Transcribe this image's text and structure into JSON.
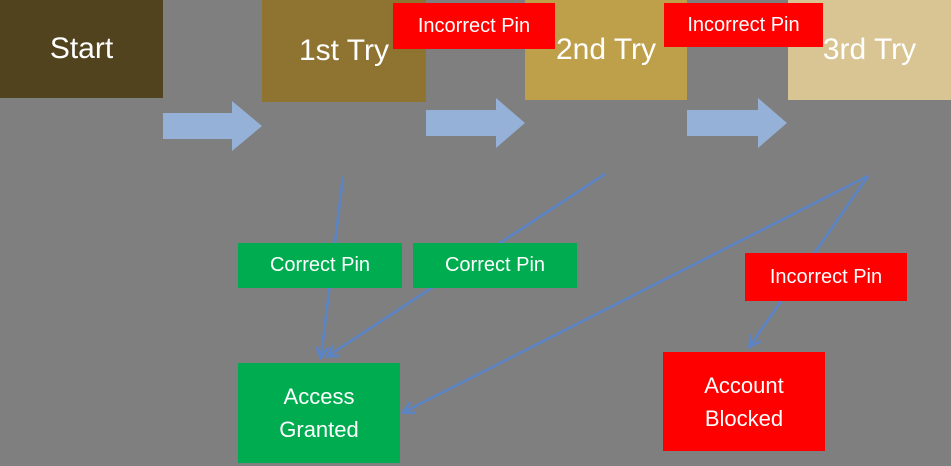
{
  "diagram": {
    "title": "pin-entry-flowchart",
    "background_color": "#7f7f7f",
    "nodes": {
      "start": {
        "label": "Start",
        "fill": "#52431f",
        "text_color": "#ffffff"
      },
      "try1": {
        "label": "1st Try",
        "fill": "#8e7430",
        "text_color": "#ffffff"
      },
      "try2": {
        "label": "2nd Try",
        "fill": "#bfa04a",
        "text_color": "#ffffff"
      },
      "try3": {
        "label": "3rd Try",
        "fill": "#d8c593",
        "text_color": "#ffffff"
      },
      "access_granted": {
        "label": "Access Granted",
        "fill": "#00ac50",
        "text_color": "#ffffff"
      },
      "account_blocked": {
        "label": "Account Blocked",
        "fill": "#ff0000",
        "text_color": "#ffffff"
      }
    },
    "condition_labels": {
      "incorrect_pin_1": {
        "text": "Incorrect Pin",
        "fill": "#ff0000",
        "text_color": "#ffffff"
      },
      "incorrect_pin_2": {
        "text": "Incorrect Pin",
        "fill": "#ff0000",
        "text_color": "#ffffff"
      },
      "correct_pin_1": {
        "text": "Correct Pin",
        "fill": "#00ac50",
        "text_color": "#ffffff"
      },
      "correct_pin_2": {
        "text": "Correct Pin",
        "fill": "#00ac50",
        "text_color": "#ffffff"
      },
      "incorrect_pin_3": {
        "text": "Incorrect Pin",
        "fill": "#ff0000",
        "text_color": "#ffffff"
      }
    },
    "arrows": {
      "block_arrow_fill": "#95b1d7",
      "thin_arrow_color": "#5b84c6",
      "connections": [
        {
          "from": "start",
          "to": "try1",
          "style": "block"
        },
        {
          "from": "try1",
          "to": "try2",
          "style": "block",
          "condition": "Incorrect Pin"
        },
        {
          "from": "try2",
          "to": "try3",
          "style": "block",
          "condition": "Incorrect Pin"
        },
        {
          "from": "try1",
          "to": "access_granted",
          "style": "thin",
          "condition": "Correct Pin"
        },
        {
          "from": "try2",
          "to": "access_granted",
          "style": "thin",
          "condition": "Correct Pin"
        },
        {
          "from": "try3",
          "to": "access_granted",
          "style": "thin"
        },
        {
          "from": "try3",
          "to": "account_blocked",
          "style": "thin",
          "condition": "Incorrect Pin"
        }
      ]
    }
  }
}
